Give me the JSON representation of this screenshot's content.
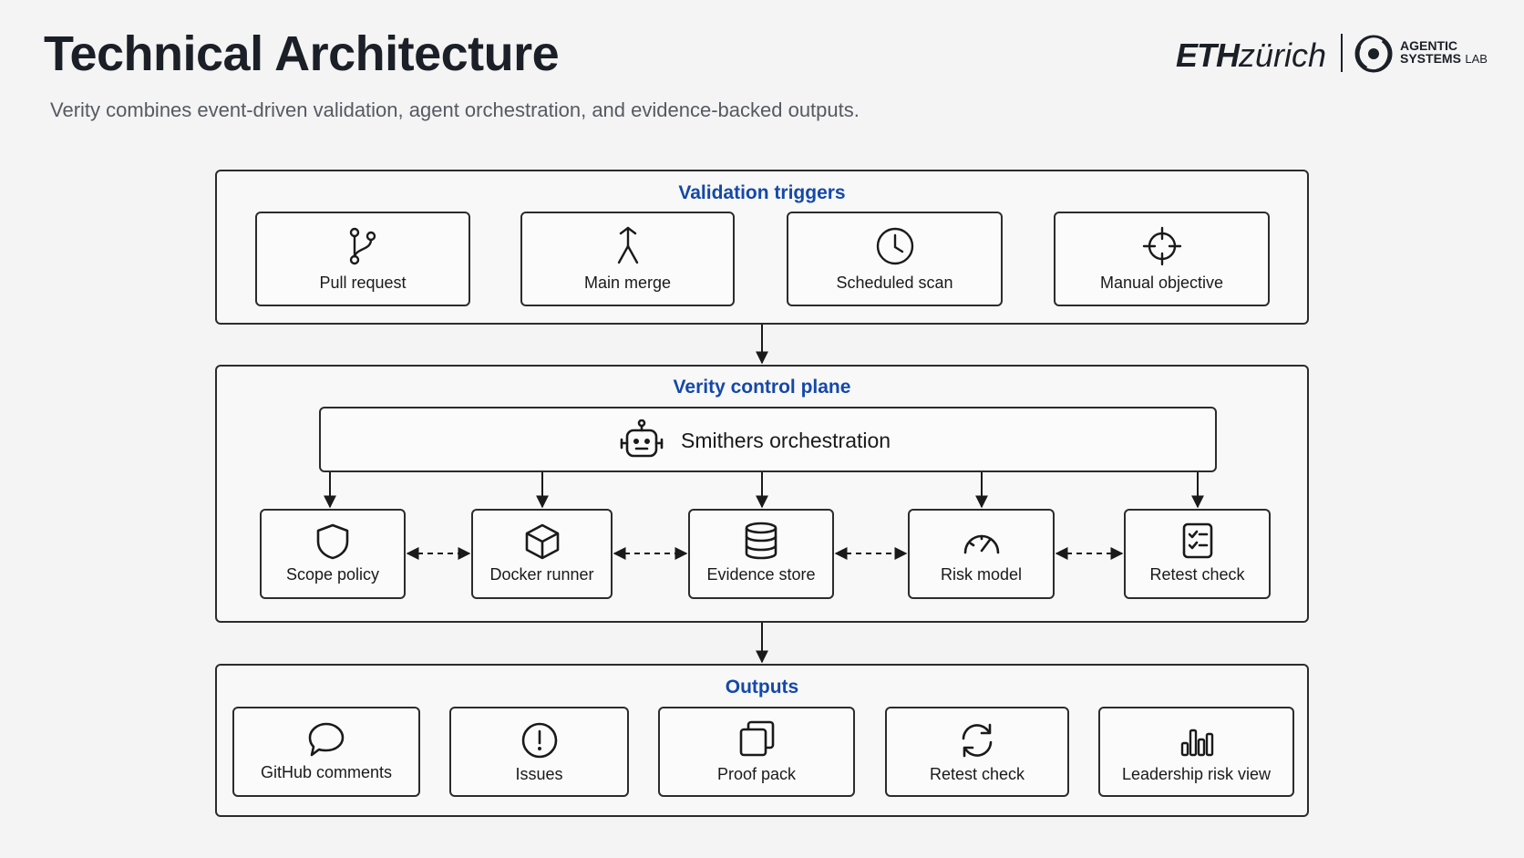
{
  "header": {
    "title": "Technical Architecture",
    "subtitle": "Verity combines event-driven validation, agent orchestration, and evidence-backed outputs."
  },
  "logo": {
    "eth_bold": "ETH",
    "eth_rest": "zürich",
    "lab_line1": "AGENTIC",
    "lab_line2": "SYSTEMS",
    "lab_line3": "LAB"
  },
  "colors": {
    "accent": "#1548a8",
    "border": "#2c2c2c",
    "background": "#f4f4f4"
  },
  "triggers": {
    "title": "Validation triggers",
    "items": [
      {
        "label": "Pull request",
        "icon": "git-branch-icon"
      },
      {
        "label": "Main merge",
        "icon": "merge-icon"
      },
      {
        "label": "Scheduled scan",
        "icon": "clock-icon"
      },
      {
        "label": "Manual objective",
        "icon": "crosshair-icon"
      }
    ]
  },
  "control": {
    "title": "Verity control plane",
    "orchestrator": {
      "label": "Smithers orchestration",
      "icon": "robot-icon"
    },
    "items": [
      {
        "label": "Scope policy",
        "icon": "shield-icon"
      },
      {
        "label": "Docker runner",
        "icon": "cube-icon"
      },
      {
        "label": "Evidence store",
        "icon": "database-icon"
      },
      {
        "label": "Risk model",
        "icon": "gauge-icon"
      },
      {
        "label": "Retest check",
        "icon": "checklist-icon"
      }
    ]
  },
  "outputs": {
    "title": "Outputs",
    "items": [
      {
        "label": "GitHub comments",
        "icon": "speech-bubble-icon"
      },
      {
        "label": "Issues",
        "icon": "alert-circle-icon"
      },
      {
        "label": "Proof pack",
        "icon": "stacked-pages-icon"
      },
      {
        "label": "Retest check",
        "icon": "refresh-icon"
      },
      {
        "label": "Leadership risk view",
        "icon": "bar-chart-icon"
      }
    ]
  }
}
